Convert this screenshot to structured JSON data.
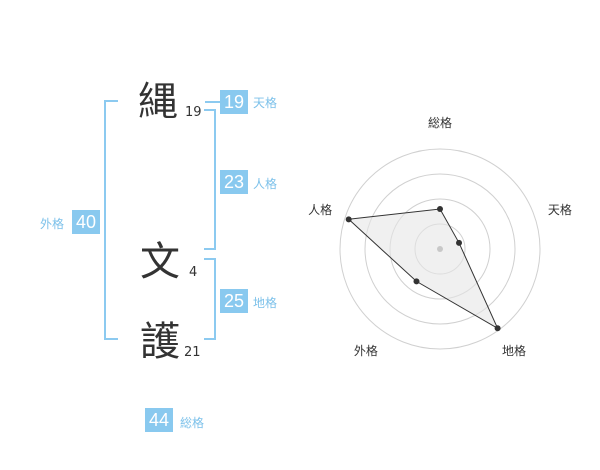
{
  "name": {
    "chars": [
      {
        "char": "縄",
        "strokes": "19"
      },
      {
        "char": "文",
        "strokes": "4"
      },
      {
        "char": "護",
        "strokes": "21"
      }
    ]
  },
  "kakusu": {
    "tenkaku": {
      "value": "19",
      "label": "天格"
    },
    "jinkaku": {
      "value": "23",
      "label": "人格"
    },
    "chikaku": {
      "value": "25",
      "label": "地格"
    },
    "gaikaku": {
      "value": "40",
      "label": "外格"
    },
    "soukaku": {
      "value": "44",
      "label": "総格"
    }
  },
  "colors": {
    "accent": "#89c9ef",
    "text": "#333333",
    "ring": "#d0d0d0",
    "fill": "#e6e6e6"
  },
  "chart_data": {
    "type": "radar",
    "axes": [
      "総格",
      "天格",
      "地格",
      "外格",
      "人格"
    ],
    "values": [
      0.4,
      0.2,
      0.98,
      0.4,
      0.96
    ],
    "max": 1,
    "rings": 4
  }
}
